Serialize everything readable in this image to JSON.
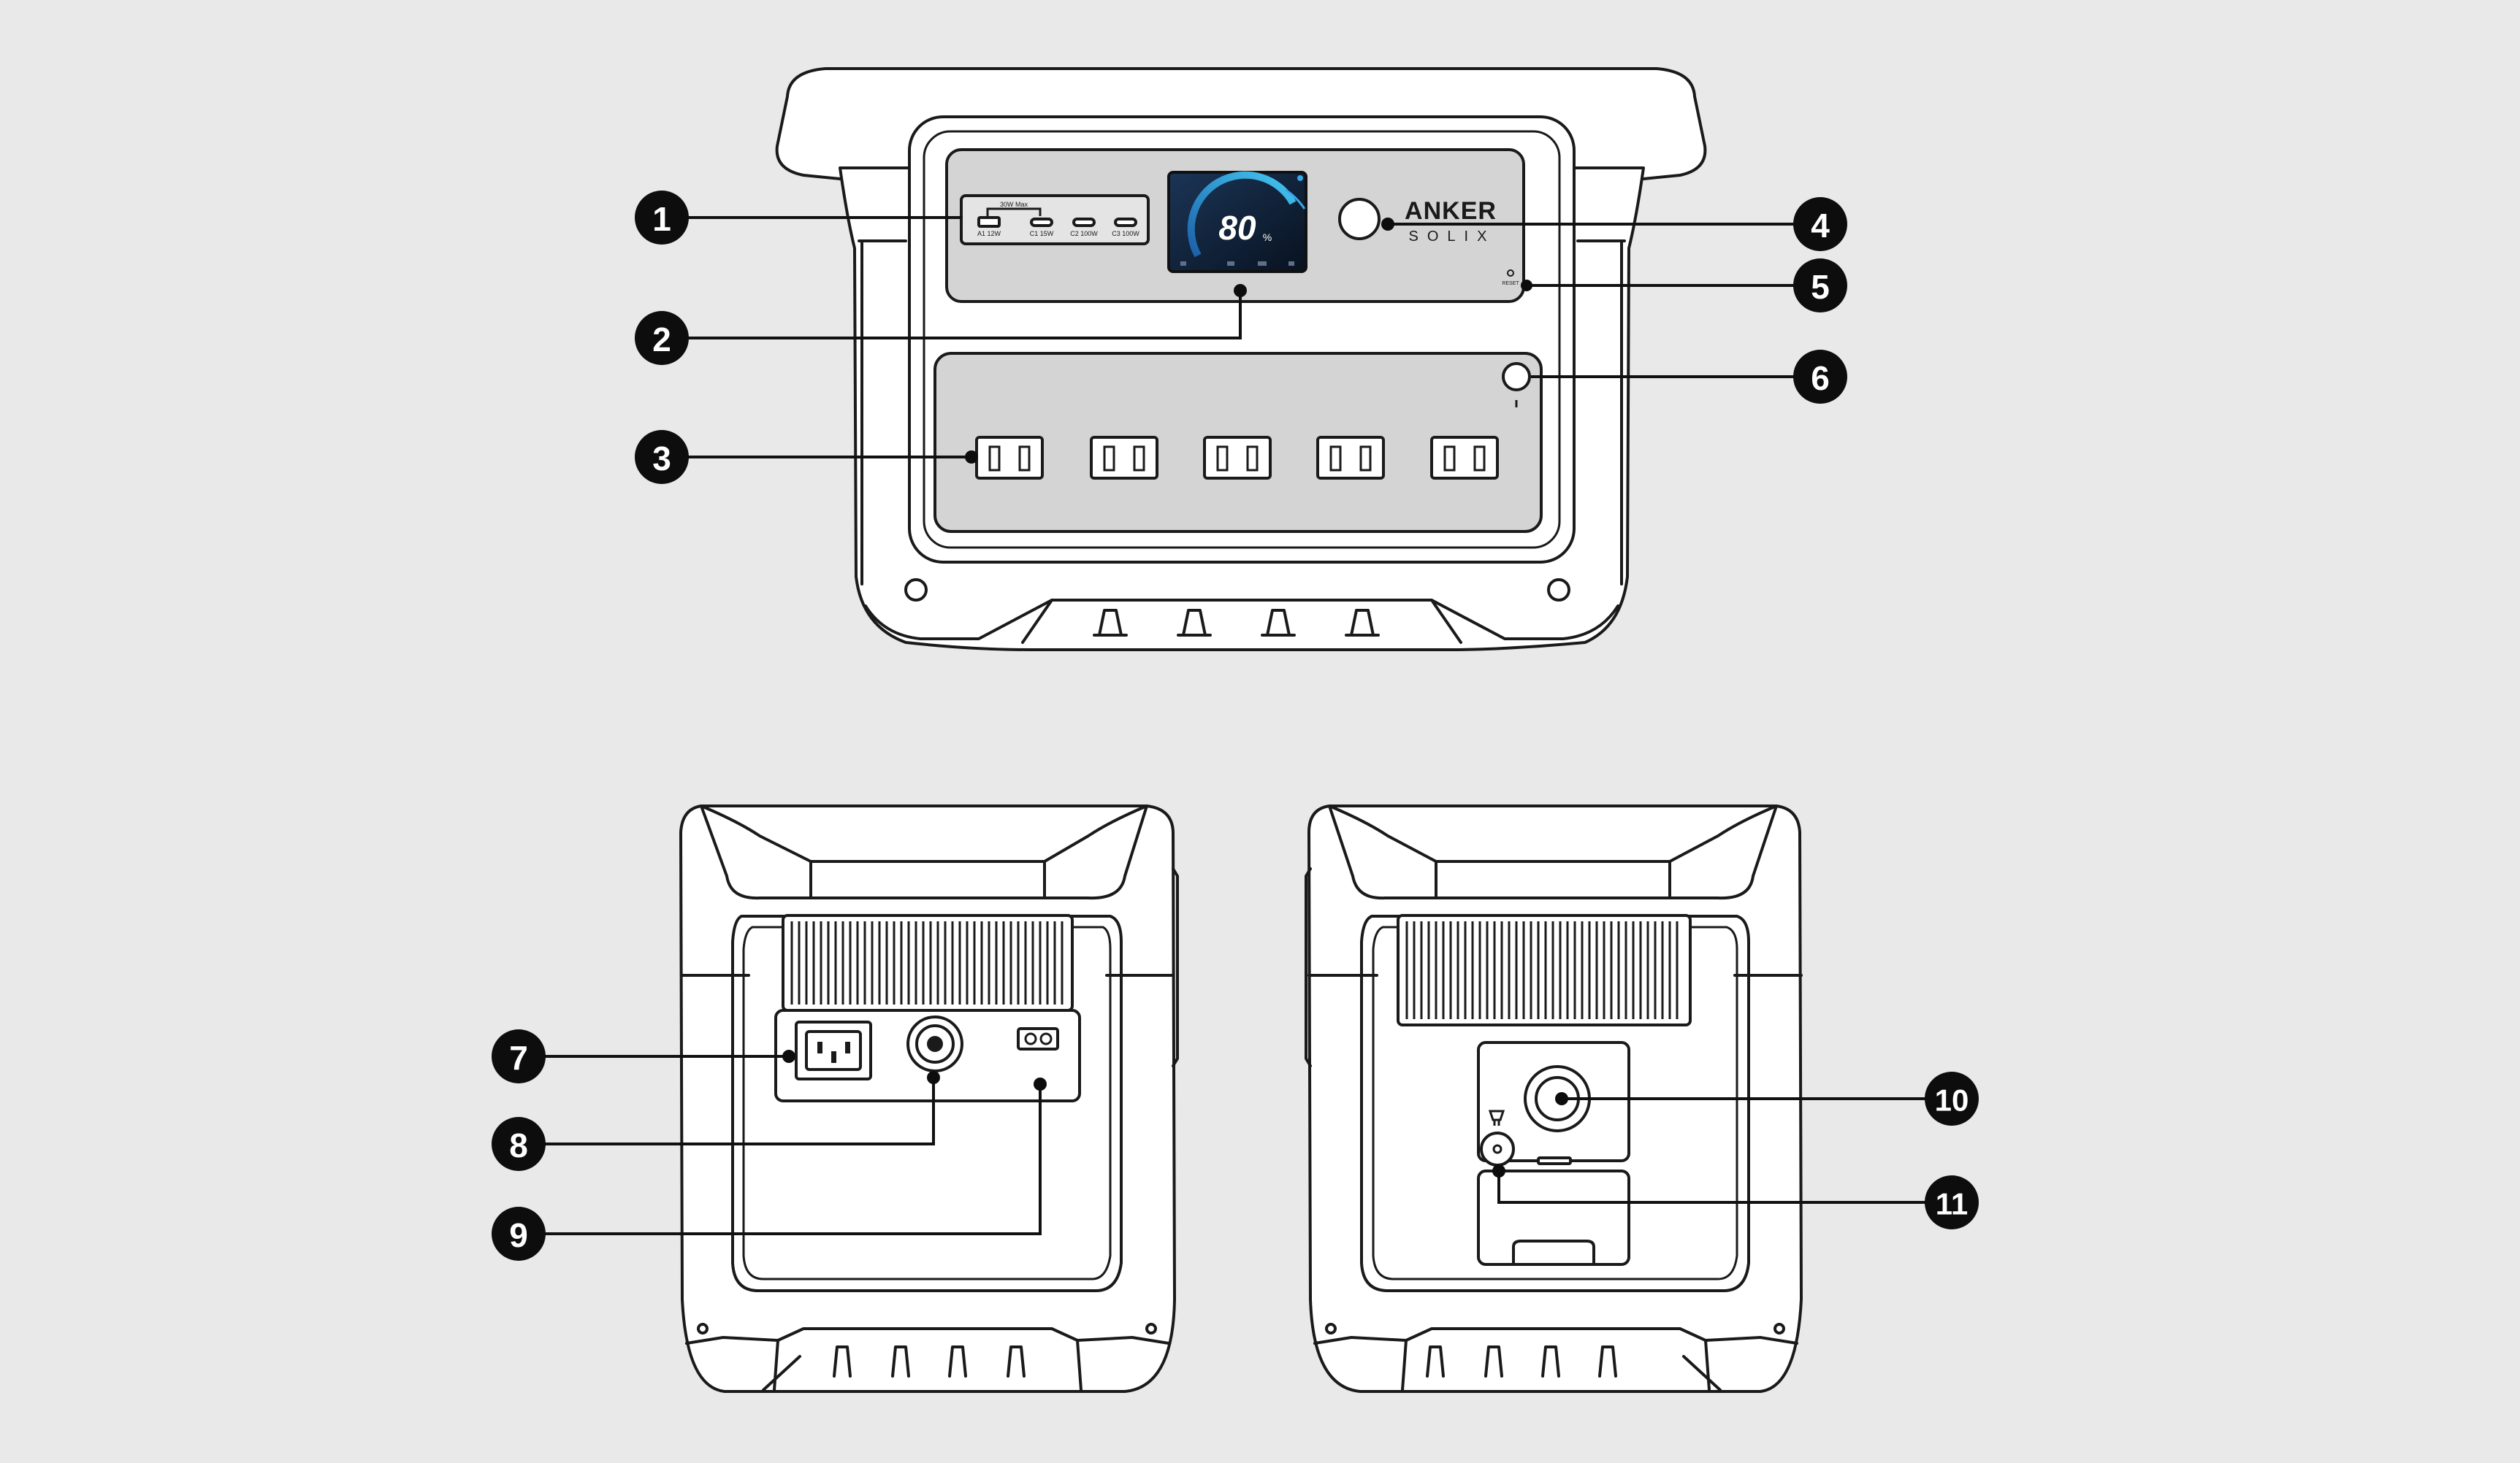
{
  "screen": {
    "percent": "80",
    "unit": "%"
  },
  "brand": {
    "line1": "ANKER",
    "line2": "SOLIX"
  },
  "usb_ports": {
    "bracket_label": "30W Max",
    "ports": [
      "A1 12W",
      "C1 15W",
      "C2 100W",
      "C3 100W"
    ]
  },
  "reset_label": "RESET",
  "callouts": [
    "1",
    "2",
    "3",
    "4",
    "5",
    "6",
    "7",
    "8",
    "9",
    "10",
    "11"
  ],
  "colors": {
    "background": "#e9e9e9",
    "panel": "#d4d4d4",
    "outline": "#1a1a1a",
    "screen_bg": "#0c1a2c",
    "gauge_arc": "#2a8fd6"
  }
}
